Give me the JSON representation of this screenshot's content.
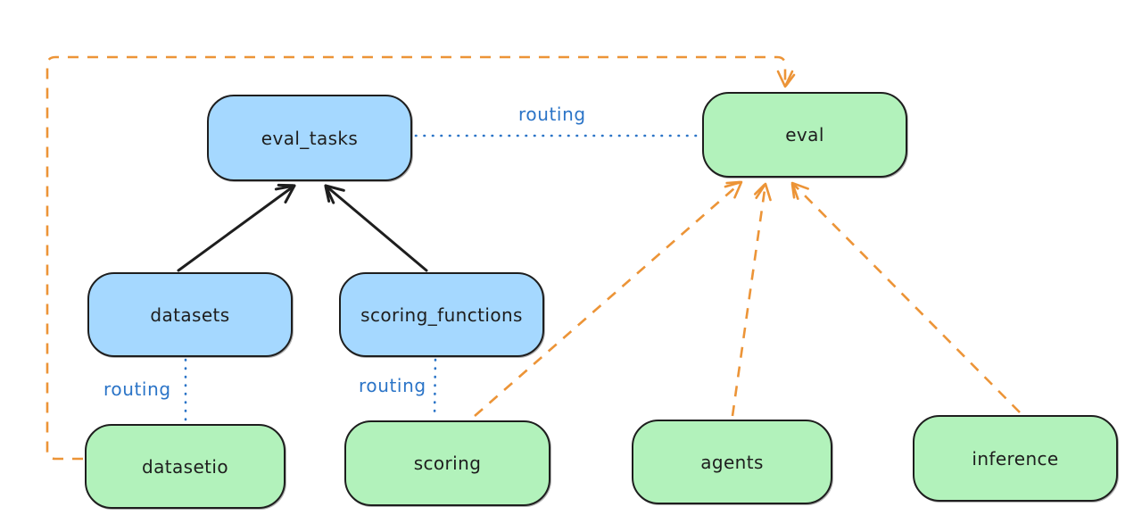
{
  "diagram": {
    "colors": {
      "node_blue_fill": "#a5d8ff",
      "node_green_fill": "#b2f2bb",
      "stroke_dark": "#1e1e1e",
      "routing_blue": "#2b74c7",
      "orange": "#ec9437",
      "canvas_bg": "#ffffff"
    },
    "nodes": {
      "eval_tasks": {
        "label": "eval_tasks"
      },
      "eval": {
        "label": "eval"
      },
      "datasets": {
        "label": "datasets"
      },
      "scoring_functions": {
        "label": "scoring_functions"
      },
      "datasetio": {
        "label": "datasetio"
      },
      "scoring": {
        "label": "scoring"
      },
      "agents": {
        "label": "agents"
      },
      "inference": {
        "label": "inference"
      }
    },
    "edge_labels": {
      "eval_tasks_to_eval": "routing",
      "datasets_to_datasetio": "routing",
      "scoring_functions_to_scoring": "routing"
    }
  }
}
